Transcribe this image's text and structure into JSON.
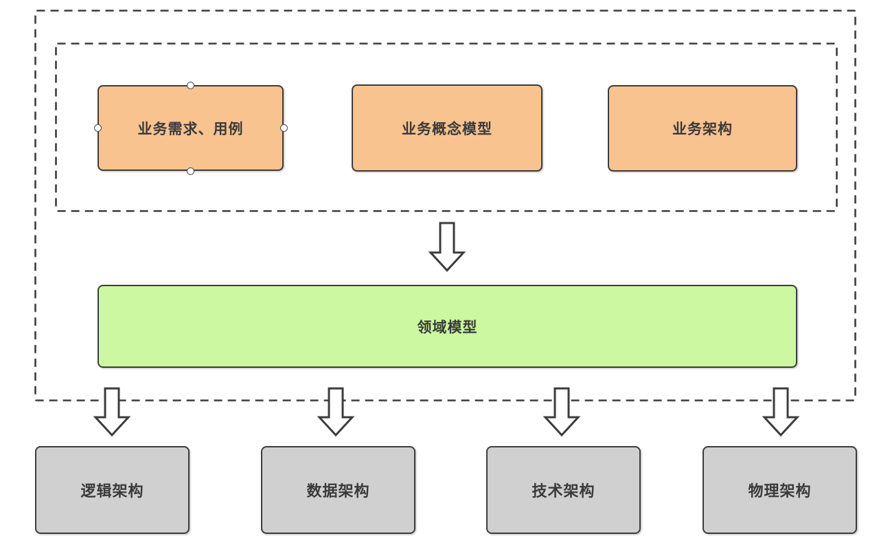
{
  "colors": {
    "stroke": "#3C3C3C",
    "text": "#3A3A3A",
    "business_fill": "#F9C38F",
    "domain_fill": "#CBF8A0",
    "arch_fill": "#D0D0D0",
    "arrow_fill": "#FFFFFF",
    "handle_fill": "#FFFFFF"
  },
  "business_nodes": [
    {
      "label": "业务需求、用例",
      "connection_points": [
        "top",
        "right",
        "bottom",
        "left"
      ]
    },
    {
      "label": "业务概念模型"
    },
    {
      "label": "业务架构"
    }
  ],
  "domain_node": {
    "label": "领域模型"
  },
  "architecture_nodes": [
    {
      "label": "逻辑架构"
    },
    {
      "label": "数据架构"
    },
    {
      "label": "技术架构"
    },
    {
      "label": "物理架构"
    }
  ]
}
